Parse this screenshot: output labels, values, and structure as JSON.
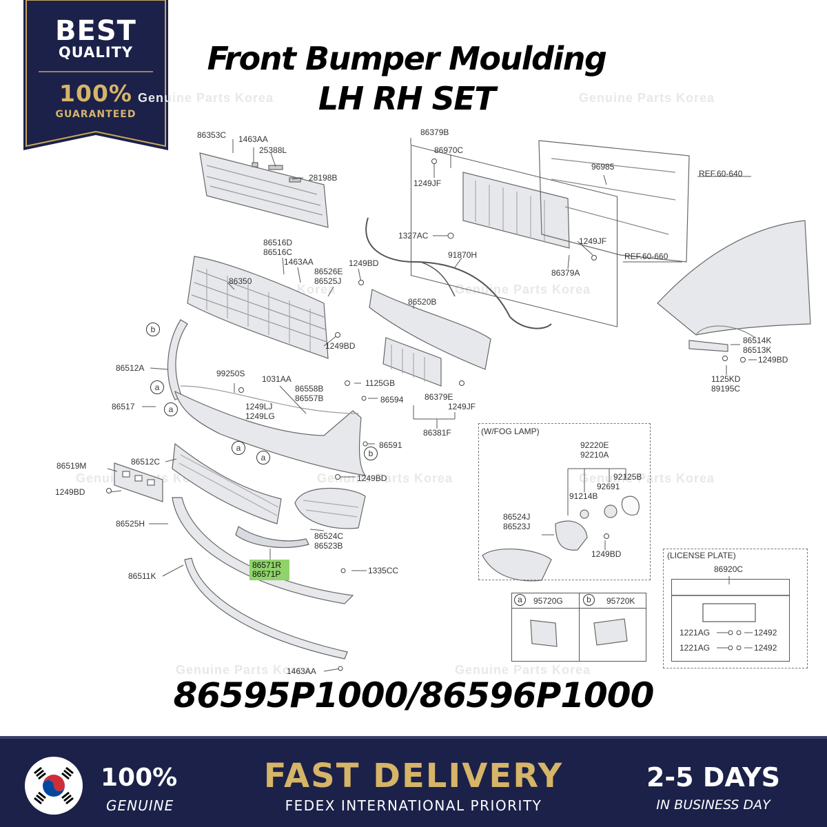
{
  "badge": {
    "line1": "BEST",
    "line2": "QUALITY",
    "line3": "100%",
    "line4": "GUARANTEED",
    "navy": "#1b2149",
    "gold": "#d8b46a"
  },
  "title": {
    "line1": "Front Bumper Moulding",
    "line2": "LH RH SET"
  },
  "watermark": "Genuine Parts Korea",
  "highlight_color": "#8fd36a",
  "labels": {
    "l86353C": "86353C",
    "l1463AA_top": "1463AA",
    "l25388L": "25388L",
    "l28198B": "28198B",
    "l86516D": "86516D",
    "l86516C": "86516C",
    "l1463AA_mid": "1463AA",
    "l86526E": "86526E",
    "l86525J": "86525J",
    "l1249BD_a": "1249BD",
    "l86350": "86350",
    "l1249BD_b": "1249BD",
    "l86512A": "86512A",
    "l99250S": "99250S",
    "l1031AA": "1031AA",
    "l86558B": "86558B",
    "l86557B": "86557B",
    "l1249LJ": "1249LJ",
    "l1249LG": "1249LG",
    "l1125GB": "1125GB",
    "l86594": "86594",
    "l86517": "86517",
    "l86591": "86591",
    "l86519M": "86519M",
    "l86512C": "86512C",
    "l1249BD_c": "1249BD",
    "l1249BD_d": "1249BD",
    "l86525H": "86525H",
    "l86524C": "86524C",
    "l86523B": "86523B",
    "l86571R": "86571R",
    "l86571P": "86571P",
    "l1335CC": "1335CC",
    "l86511K": "86511K",
    "l1463AA_bot": "1463AA",
    "l86379B": "86379B",
    "l86970C": "86970C",
    "l1249JF_a": "1249JF",
    "l96985": "96985",
    "lREF640": "REF.60-640",
    "l1327AC": "1327AC",
    "l1249JF_b": "1249JF",
    "l86379A": "86379A",
    "l91870H": "91870H",
    "lREF660": "REF.60-660",
    "l86520B": "86520B",
    "l86379E": "86379E",
    "l1249JF_c": "1249JF",
    "l86381F": "86381F",
    "l86514K": "86514K",
    "l86513K": "86513K",
    "l1249BD_e": "1249BD",
    "l1125KD": "1125KD",
    "l89195C": "89195C",
    "fog_title": "(W/FOG LAMP)",
    "l92220E": "92220E",
    "l92210A": "92210A",
    "l92125B": "92125B",
    "l92691": "92691",
    "l91214B": "91214B",
    "l86524J": "86524J",
    "l86523J": "86523J",
    "l1249BD_f": "1249BD",
    "plate_title": "(LICENSE PLATE)",
    "l86920C": "86920C",
    "l1221AG_a": "1221AG",
    "l1221AG_b": "1221AG",
    "l12492_a": "12492",
    "l12492_b": "12492",
    "sensor_a_code": "95720G",
    "sensor_b_code": "95720K",
    "circ_a": "a",
    "circ_b": "b"
  },
  "part_number": "86595P1000/86596P1000",
  "footer": {
    "genuine_pct": "100%",
    "genuine_label": "GENUINE",
    "fast_delivery": "FAST DELIVERY",
    "carrier": "FEDEX INTERNATIONAL PRIORITY",
    "days": "2-5 DAYS",
    "days_note": "IN BUSINESS DAY",
    "background": "#1b2149",
    "gold": "#d6b468"
  }
}
